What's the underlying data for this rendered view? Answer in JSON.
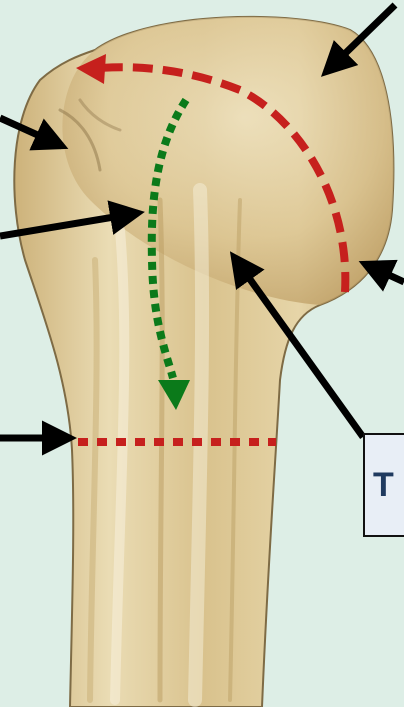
{
  "callout": {
    "label": "T"
  },
  "colors": {
    "background": "#ddeee6",
    "bone": "#e3d2a1",
    "red_dashed": "#c6201d",
    "green_dotted": "#0b7a1a",
    "arrow": "#000000",
    "callout_text": "#1f3a5f"
  },
  "icons": [
    "black-pointer-arrow",
    "red-dashed-curved-arrow",
    "green-dotted-downward-arrow",
    "red-dotted-horizontal-line"
  ]
}
